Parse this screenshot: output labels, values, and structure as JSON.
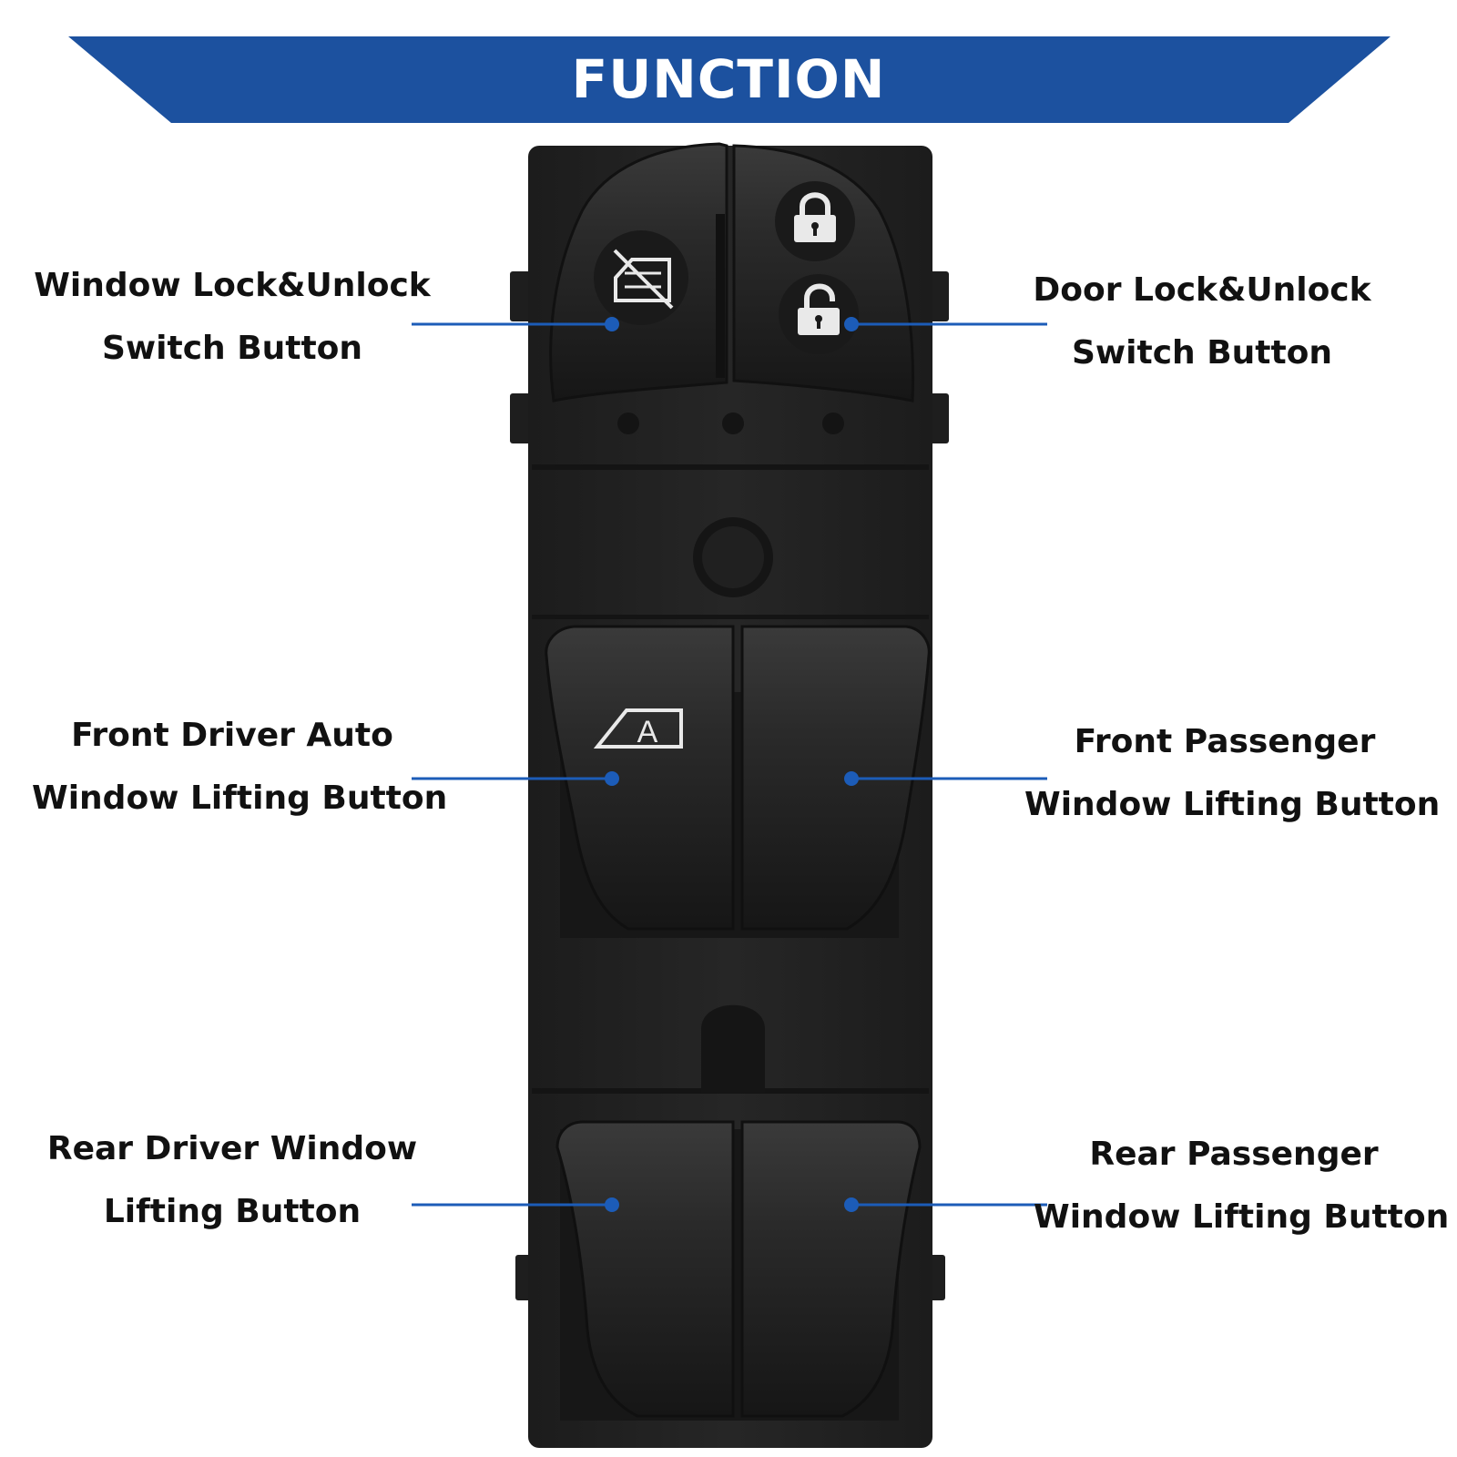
{
  "header": {
    "title": "FUNCTION",
    "banner_color": "#1c519f"
  },
  "product": {
    "body_color": "#232323",
    "icon_color": "#e9e9e9"
  },
  "labels": {
    "window_lock": {
      "line1": "Window Lock&Unlock",
      "line2": "Switch Button"
    },
    "door_lock": {
      "line1": "Door Lock&Unlock",
      "line2": "Switch Button"
    },
    "front_driver": {
      "line1": "Front Driver Auto",
      "line2": "Window Lifting Button"
    },
    "front_passenger": {
      "line1": "Front Passenger",
      "line2": "Window Lifting Button"
    },
    "rear_driver": {
      "line1": "Rear Driver Window",
      "line2": "Lifting Button"
    },
    "rear_passenger": {
      "line1": "Rear Passenger",
      "line2": "Window Lifting Button"
    }
  },
  "leader_color": "#1c5cb8",
  "icons": {
    "window_lock": "window-lock-icon",
    "door_lock": "padlock-closed-icon",
    "door_unlock": "padlock-open-icon",
    "auto_window": "auto-window-icon",
    "auto_window_letter": "A"
  }
}
